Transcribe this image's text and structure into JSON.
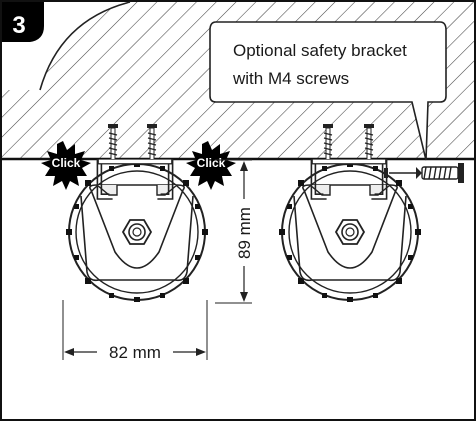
{
  "step": {
    "number": "3"
  },
  "callout": {
    "line1": "Optional safety bracket",
    "line2": "with M4 screws"
  },
  "badges": {
    "left_click": "Click",
    "right_click": "Click"
  },
  "dimensions": {
    "height": "89 mm",
    "width": "82 mm"
  },
  "colors": {
    "ink": "#1a1a1a",
    "badge": "#000000",
    "paper": "#ffffff",
    "hatch": "#444444"
  },
  "icons": [
    "mounting-bracket-icon",
    "wood-screw-icon",
    "motor-end-cap-icon",
    "hex-nut-icon"
  ]
}
